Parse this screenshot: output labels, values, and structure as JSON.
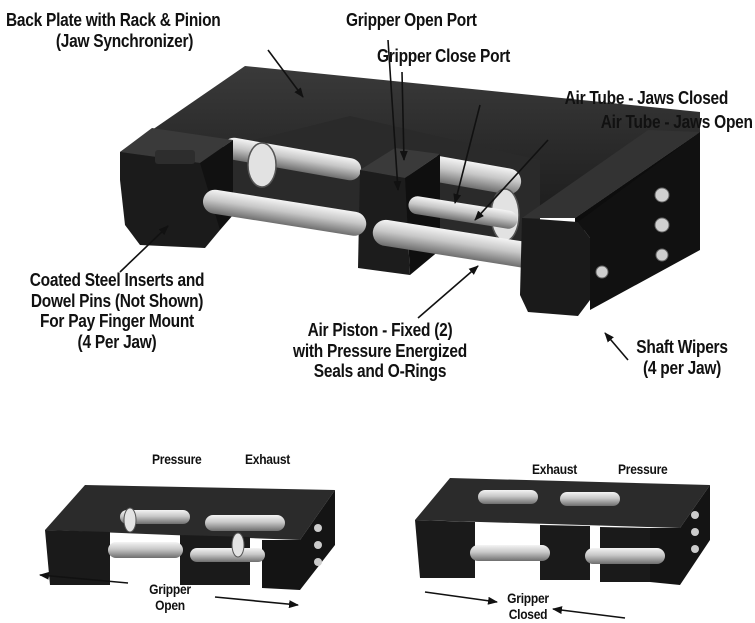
{
  "labels": {
    "back_plate": [
      "Back Plate with Rack & Pinion",
      "(Jaw Synchronizer)"
    ],
    "open_port": "Gripper Open Port",
    "close_port": "Gripper Close Port",
    "tube_closed": "Air Tube - Jaws Closed",
    "tube_open": "Air Tube - Jaws Open",
    "inserts": [
      "Coated Steel Inserts and",
      "Dowel Pins (Not Shown)",
      "For Pay Finger Mount",
      "(4 Per Jaw)"
    ],
    "piston": [
      "Air Piston - Fixed (2)",
      "with Pressure Energized",
      "Seals and O-Rings"
    ],
    "wipers": [
      "Shaft Wipers",
      "(4 per Jaw)"
    ]
  },
  "open_view": {
    "pressure": "Pressure",
    "exhaust": "Exhaust",
    "state": [
      "Gripper",
      "Open"
    ]
  },
  "closed_view": {
    "exhaust": "Exhaust",
    "pressure": "Pressure",
    "state": [
      "Gripper",
      "Closed"
    ]
  },
  "colors": {
    "body": "#1a1a1a",
    "shaft": "#c9c9c9",
    "arrow": "#111111",
    "text": "#111111"
  }
}
